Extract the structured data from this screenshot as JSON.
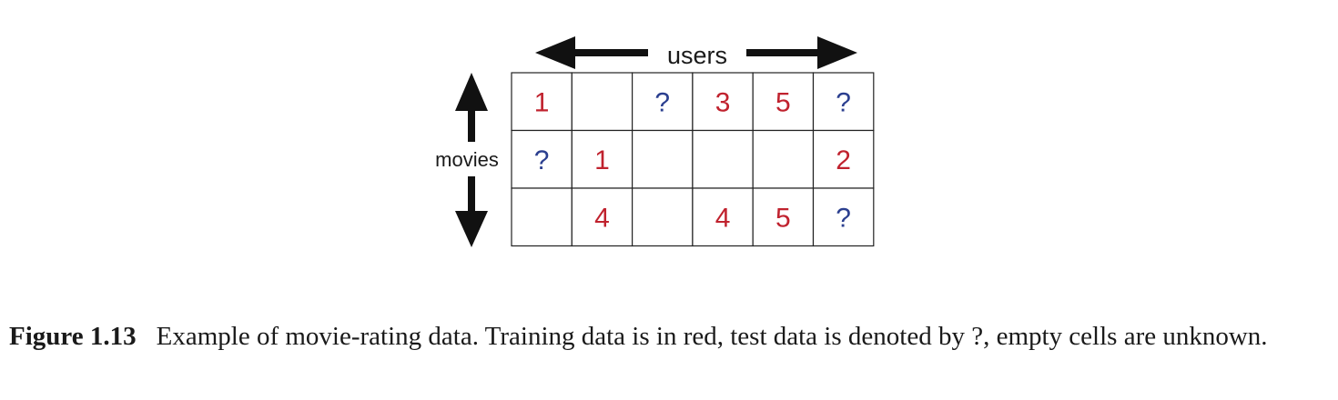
{
  "diagram": {
    "users_label": "users",
    "movies_label": "movies",
    "training_color": "#c0222e",
    "test_color": "#2b3f8f",
    "rows": [
      [
        "1",
        "",
        "?",
        "3",
        "5",
        "?"
      ],
      [
        "?",
        "1",
        "",
        "",
        "",
        "2"
      ],
      [
        "",
        "4",
        "",
        "4",
        "5",
        "?"
      ]
    ]
  },
  "caption": {
    "label": "Figure 1.13",
    "text": "Example of movie-rating data. Training data is in red, test data is denoted by ?, empty cells are unknown."
  }
}
